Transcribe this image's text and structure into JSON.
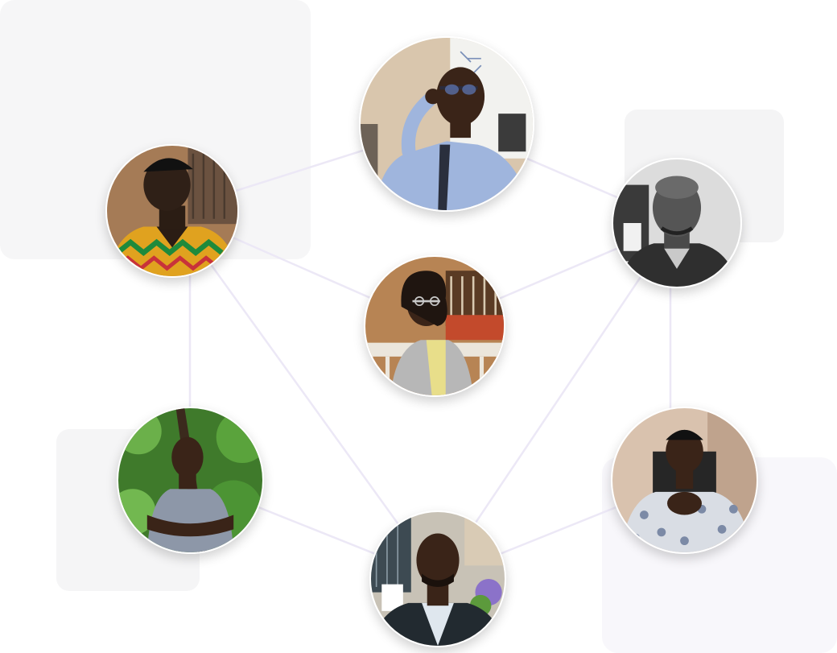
{
  "page": {
    "background": "#ffffff"
  },
  "connections": {
    "color": "#ece8f6",
    "links": [
      [
        "member-top",
        "member-left"
      ],
      [
        "member-top",
        "member-right"
      ],
      [
        "member-left",
        "member-center"
      ],
      [
        "member-right",
        "member-center"
      ],
      [
        "member-left",
        "member-bottomleft"
      ],
      [
        "member-left",
        "member-bottom"
      ],
      [
        "member-right",
        "member-bottomright"
      ],
      [
        "member-right",
        "member-bottom"
      ],
      [
        "member-bottomleft",
        "member-bottom"
      ],
      [
        "member-bottomright",
        "member-bottom"
      ]
    ]
  },
  "members": [
    {
      "id": "member-top",
      "photo": "person-glasses-blue-shirt-tie"
    },
    {
      "id": "member-left",
      "photo": "person-kente-print-shirt"
    },
    {
      "id": "member-right",
      "photo": "person-grayscale-portrait"
    },
    {
      "id": "member-center",
      "photo": "person-glasses-grey-jacket"
    },
    {
      "id": "member-bottomleft",
      "photo": "person-arms-crossed-forest"
    },
    {
      "id": "member-bottomright",
      "photo": "person-patterned-shirt-office"
    },
    {
      "id": "member-bottom",
      "photo": "person-dark-jacket-outdoor"
    }
  ]
}
